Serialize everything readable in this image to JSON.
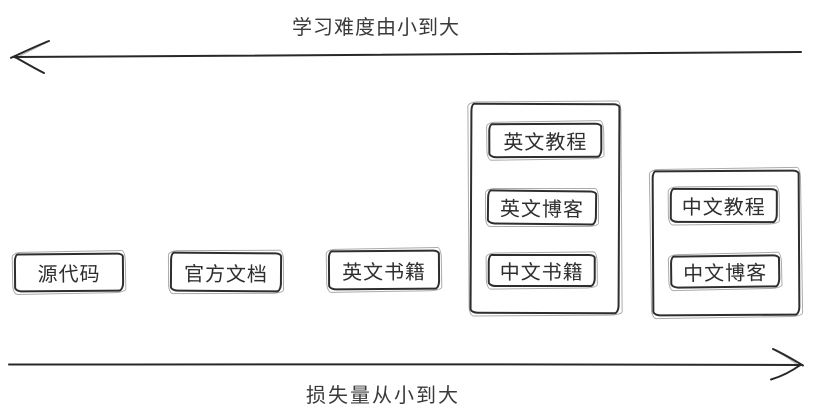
{
  "diagram": {
    "top_axis": {
      "label": "学习难度由小到大",
      "direction": "left"
    },
    "bottom_axis": {
      "label": "损失量从小到大",
      "direction": "right"
    },
    "items": [
      {
        "label": "源代码"
      },
      {
        "label": "官方文档"
      },
      {
        "label": "英文书籍"
      }
    ],
    "groups": [
      {
        "items": [
          {
            "label": "英文教程"
          },
          {
            "label": "英文博客"
          },
          {
            "label": "中文书籍"
          }
        ]
      },
      {
        "items": [
          {
            "label": "中文教程"
          },
          {
            "label": "中文博客"
          }
        ]
      }
    ],
    "colors": {
      "stroke": "#2e2e2e",
      "text": "#3a3a3a",
      "background": "#ffffff"
    }
  }
}
